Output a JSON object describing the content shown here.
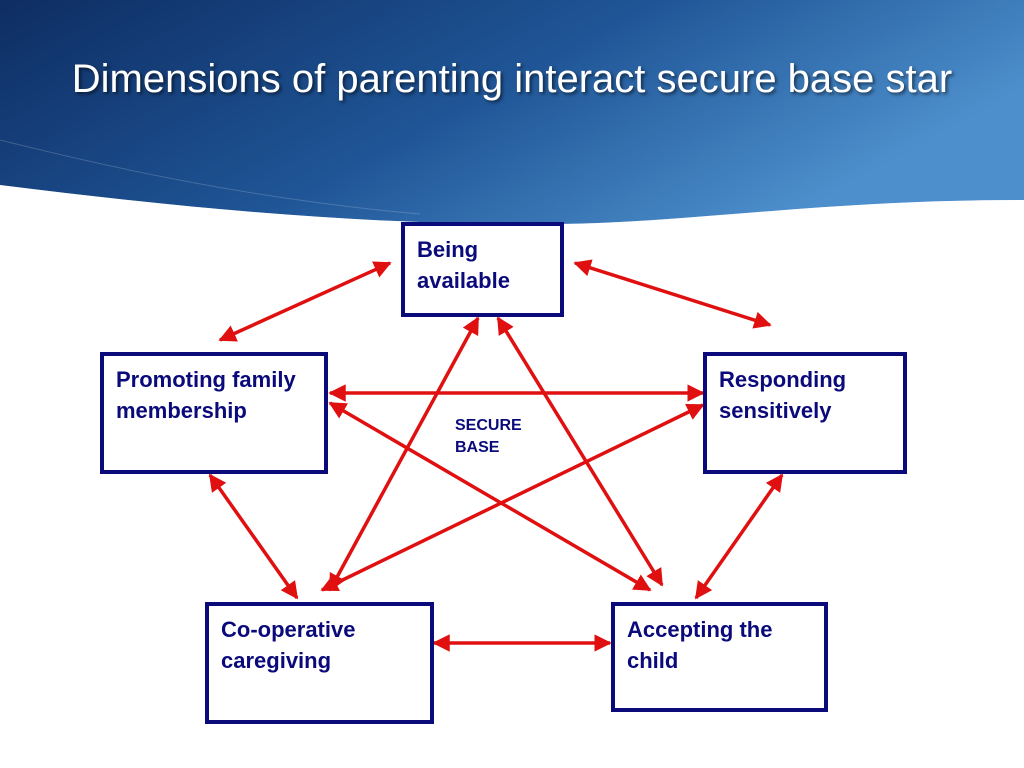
{
  "slide": {
    "title": "Dimensions of parenting interact secure base star"
  },
  "diagram": {
    "nodes": {
      "available": "Being available",
      "family": "Promoting family membership",
      "responding": "Responding sensitively",
      "cooperative": "Co-operative caregiving",
      "accepting": "Accepting the child"
    },
    "center_label": "SECURE BASE",
    "edges": [
      {
        "from": "available",
        "to": "family",
        "type": "bidirectional"
      },
      {
        "from": "available",
        "to": "responding",
        "type": "bidirectional"
      },
      {
        "from": "available",
        "to": "cooperative",
        "type": "bidirectional"
      },
      {
        "from": "available",
        "to": "accepting",
        "type": "bidirectional"
      },
      {
        "from": "family",
        "to": "responding",
        "type": "bidirectional"
      },
      {
        "from": "family",
        "to": "accepting",
        "type": "bidirectional"
      },
      {
        "from": "family",
        "to": "cooperative",
        "type": "bidirectional"
      },
      {
        "from": "responding",
        "to": "cooperative",
        "type": "bidirectional"
      },
      {
        "from": "responding",
        "to": "accepting",
        "type": "bidirectional"
      },
      {
        "from": "cooperative",
        "to": "accepting",
        "type": "bidirectional"
      }
    ]
  },
  "colors": {
    "header_dark": "#0e2d63",
    "header_light": "#3f7fbf",
    "box_border": "#0a0a7a",
    "arrow": "#e01010"
  }
}
